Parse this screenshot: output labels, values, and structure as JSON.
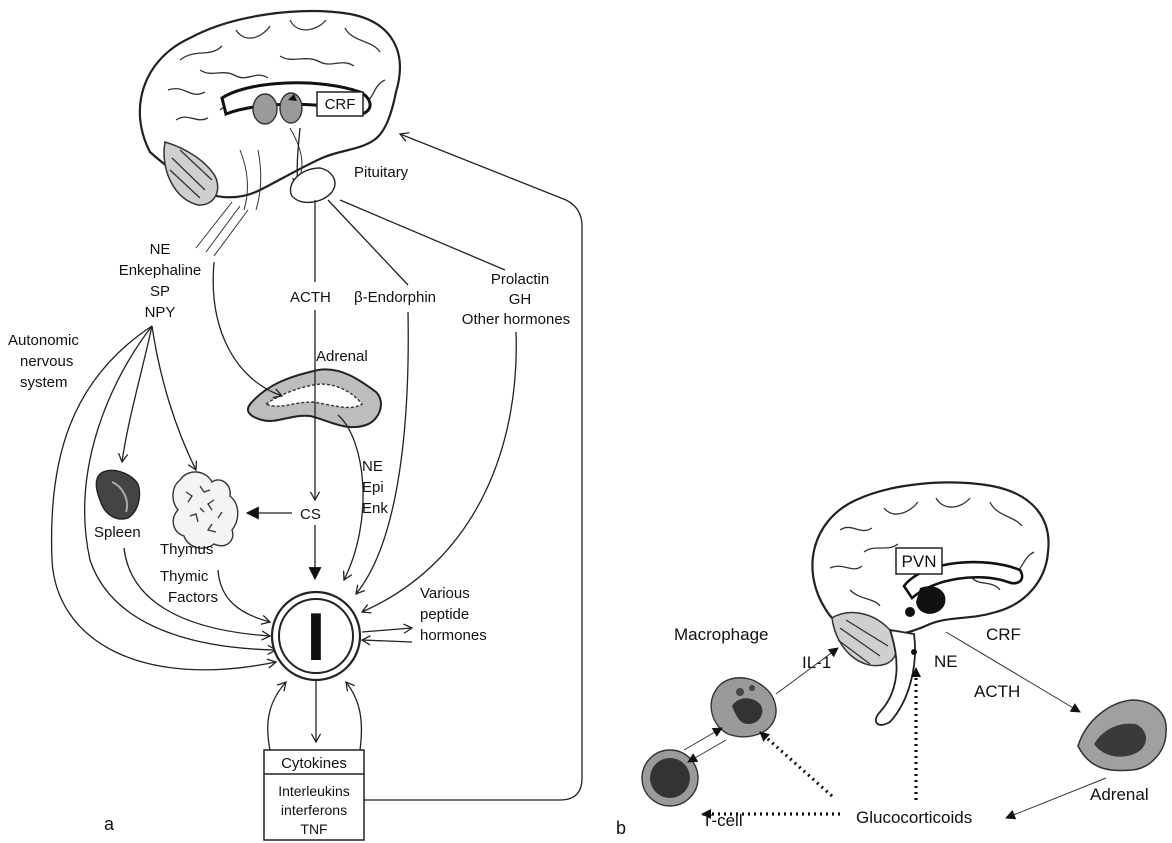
{
  "panel_a": {
    "panel_label": "a",
    "crf": "CRF",
    "pituitary": "Pituitary",
    "ne": "NE",
    "enkephaline": "Enkephaline",
    "sp": "SP",
    "npy": "NPY",
    "autonomic_1": "Autonomic",
    "autonomic_2": "nervous",
    "autonomic_3": "system",
    "acth": "ACTH",
    "beta_endorphin": "β-Endorphin",
    "prolactin": "Prolactin",
    "gh": "GH",
    "other_hormones": "Other hormones",
    "adrenal": "Adrenal",
    "ne2": "NE",
    "epi": "Epi",
    "enk": "Enk",
    "cs": "CS",
    "spleen": "Spleen",
    "thymus": "Thymus",
    "thymic_1": "Thymic",
    "thymic_2": "Factors",
    "immune_symbol": "I",
    "various_1": "Various",
    "various_2": "peptide",
    "various_3": "hormones",
    "cytokines": "Cytokines",
    "interleukins": "Interleukins",
    "interferons": "interferons",
    "tnf": "TNF"
  },
  "panel_b": {
    "panel_label": "b",
    "pvn": "PVN",
    "crf": "CRF",
    "ne": "NE",
    "acth": "ACTH",
    "macrophage": "Macrophage",
    "il1": "IL-1",
    "adrenal": "Adrenal",
    "glucocorticoids": "Glucocorticoids",
    "tcell": "T-cell"
  }
}
